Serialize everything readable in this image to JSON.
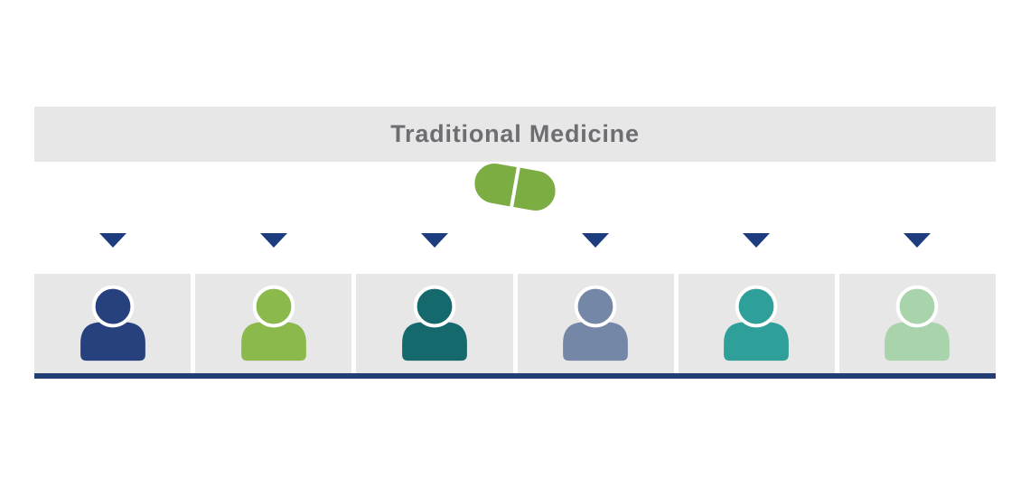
{
  "canvas": {
    "background": "#ffffff"
  },
  "header": {
    "title": "Traditional Medicine",
    "text_color": "#6d6e71",
    "background": "#e7e7e8"
  },
  "pill": {
    "icon": "pill-icon",
    "color": "#7cad43"
  },
  "arrows": {
    "icon": "arrow-down-icon",
    "color": "#1d3d7f"
  },
  "panel": {
    "background": "#e7e7e8"
  },
  "patients": [
    {
      "name": "patient-1",
      "icon": "person-icon",
      "color": "#26417e"
    },
    {
      "name": "patient-2",
      "icon": "person-icon",
      "color": "#8cb94b"
    },
    {
      "name": "patient-3",
      "icon": "person-icon",
      "color": "#15686c"
    },
    {
      "name": "patient-4",
      "icon": "person-icon",
      "color": "#7487a6"
    },
    {
      "name": "patient-5",
      "icon": "person-icon",
      "color": "#2f9f99"
    },
    {
      "name": "patient-6",
      "icon": "person-icon",
      "color": "#a8d3ab"
    }
  ],
  "baseline": {
    "color": "#233d75"
  }
}
